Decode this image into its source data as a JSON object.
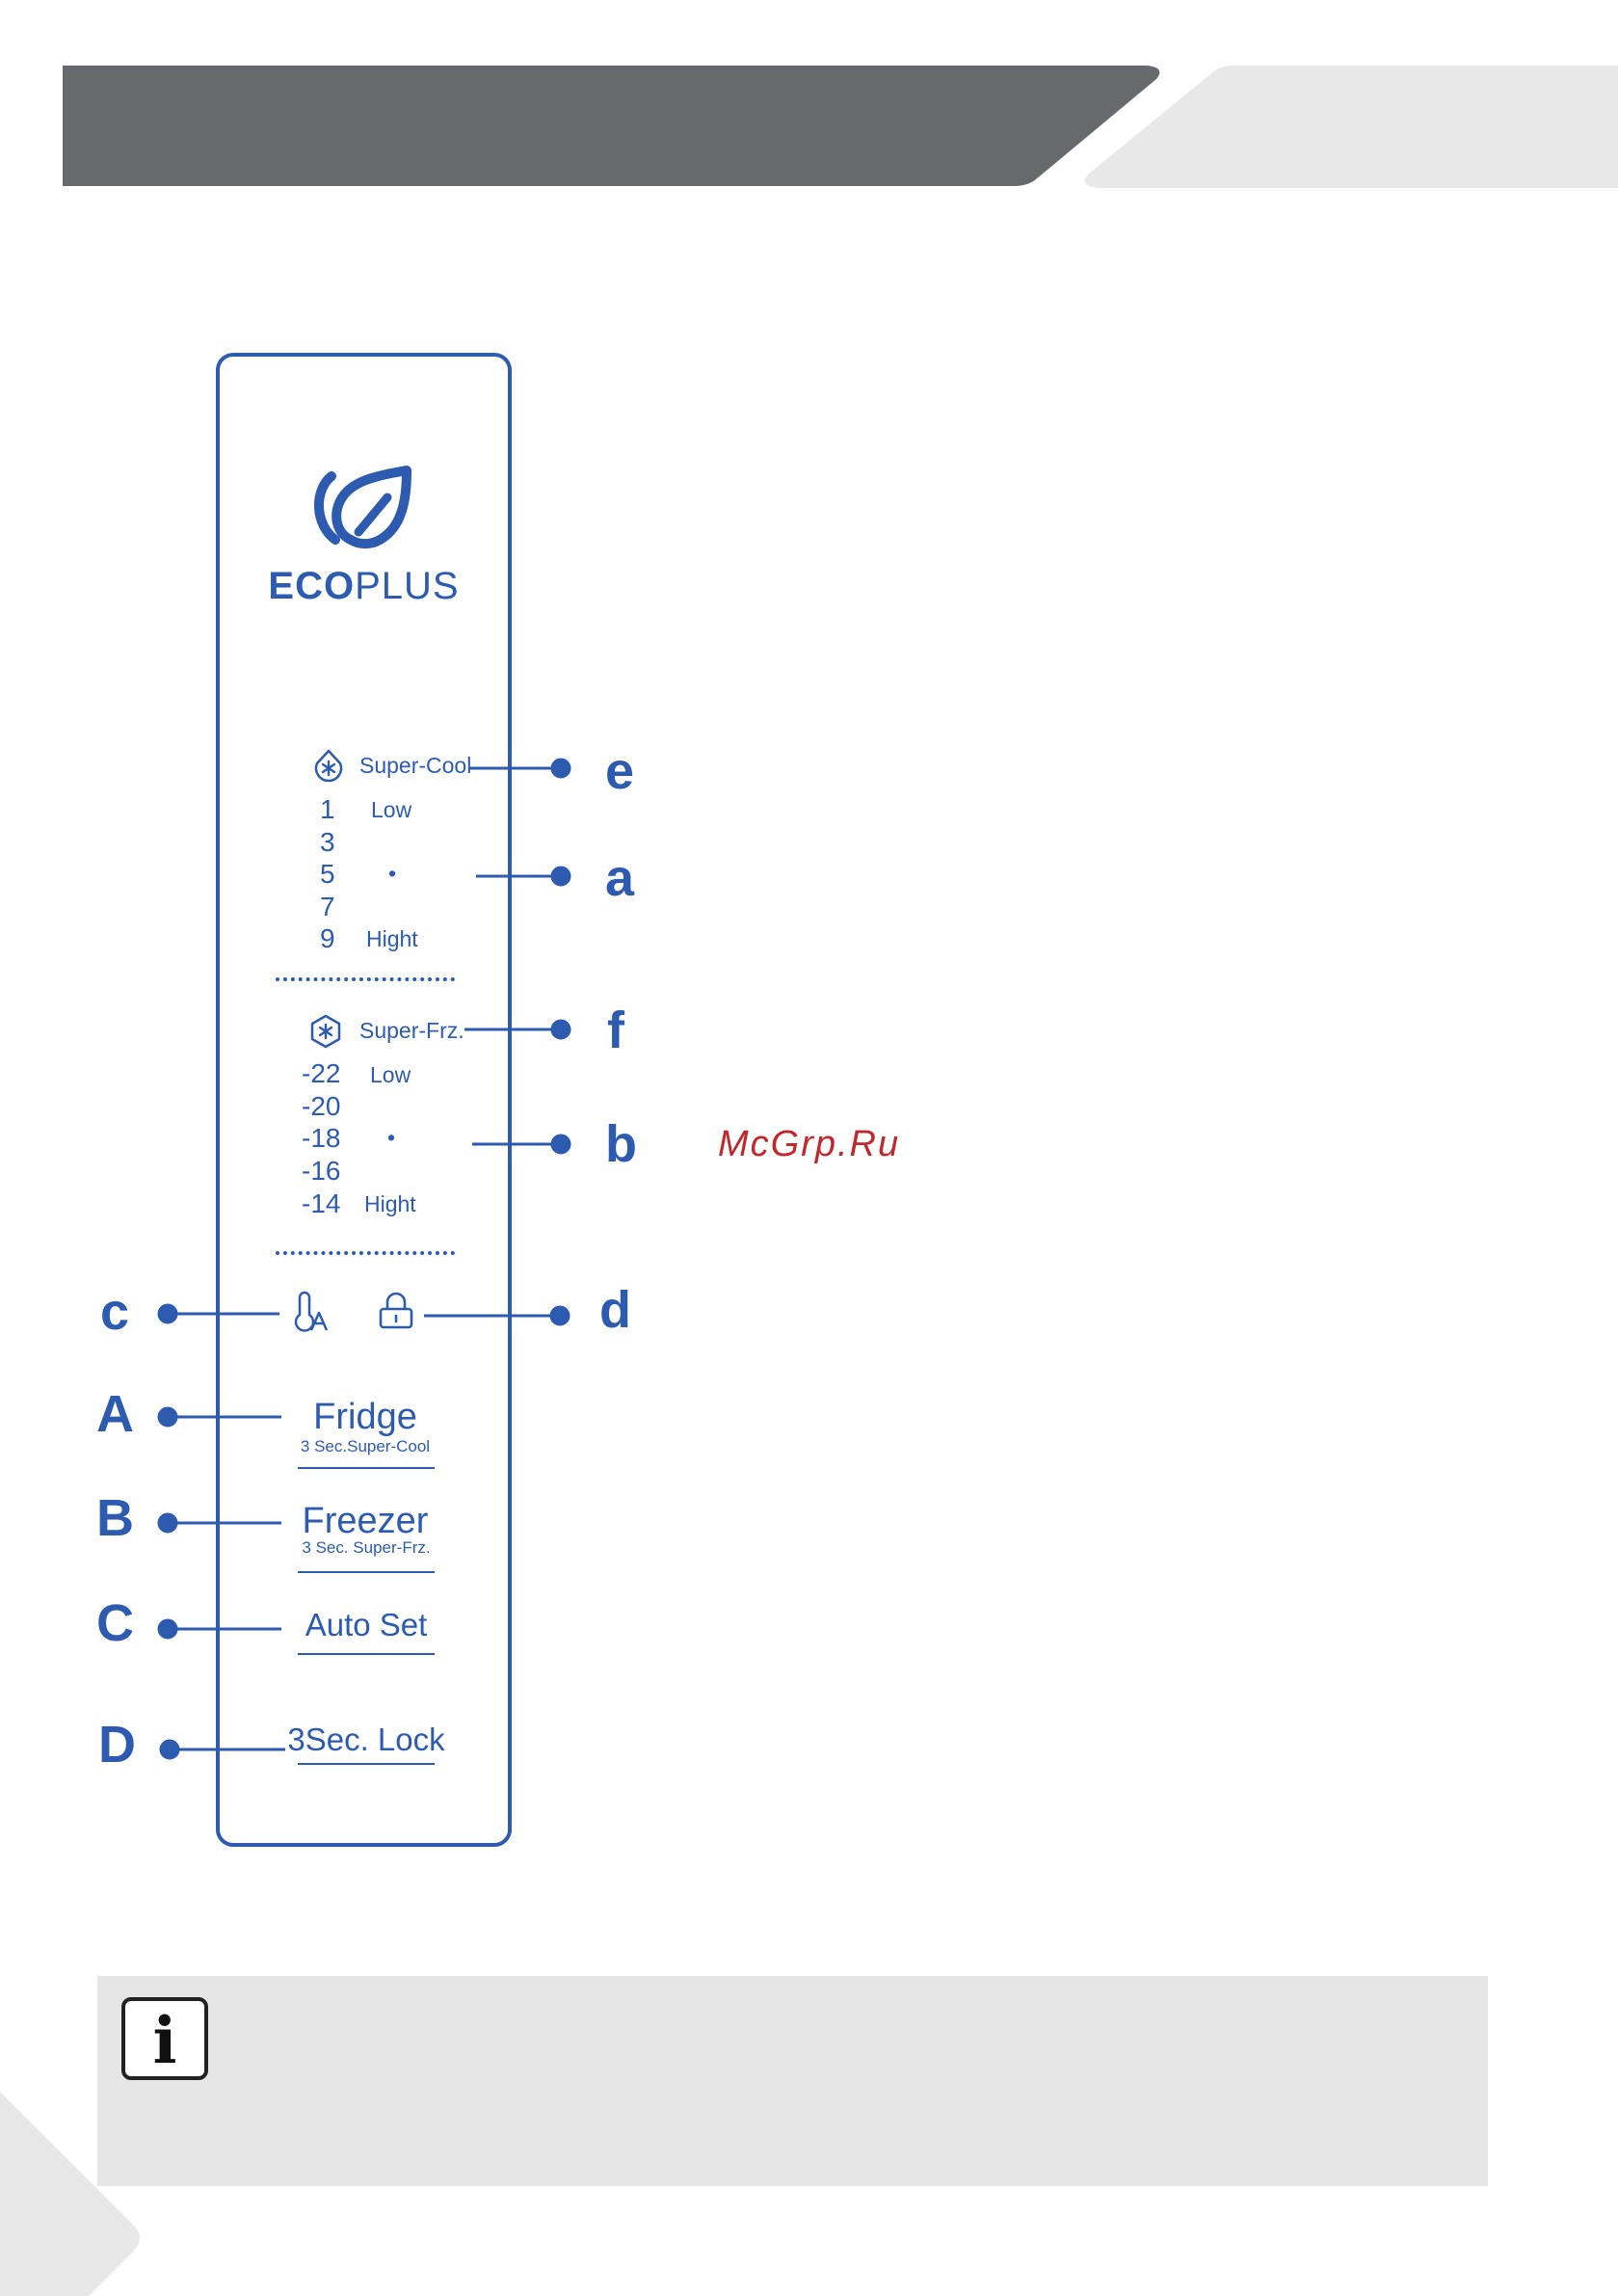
{
  "brand": {
    "bold": "ECO",
    "regular": "PLUS"
  },
  "fridge_zone": {
    "mode_label": "Super-Cool",
    "levels": [
      "1",
      "3",
      "5",
      "7",
      "9"
    ],
    "low_label": "Low",
    "high_label": "Hight",
    "dot": "•"
  },
  "freezer_zone": {
    "mode_label": "Super-Frz.",
    "levels": [
      "-22",
      "-20",
      "-18",
      "-16",
      "-14"
    ],
    "low_label": "Low",
    "high_label": "Hight",
    "dot": "•"
  },
  "buttons": [
    {
      "main": "Fridge",
      "sub": "3 Sec.Super-Cool"
    },
    {
      "main": "Freezer",
      "sub": "3 Sec. Super-Frz."
    },
    {
      "main": "Auto Set",
      "sub": ""
    },
    {
      "main": "3Sec. Lock",
      "sub": ""
    }
  ],
  "callouts_right": {
    "e": "e",
    "a": "a",
    "f": "f",
    "b": "b",
    "d": "d"
  },
  "callouts_left": {
    "c": "c",
    "A": "A",
    "B": "B",
    "C": "C",
    "D": "D"
  },
  "watermark": "McGrp.Ru",
  "icons": [
    "eco-leaf-icon",
    "super-cool-drop-icon",
    "super-freeze-hex-icon",
    "auto-set-thermometer-icon",
    "lock-icon",
    "info-icon"
  ],
  "colors": {
    "panel_blue": "#2d5bb0",
    "header_gray": "#67696d",
    "tab_gray": "#e8e8e8",
    "watermark_red": "#c0282c",
    "note_bg": "#e6e6e6"
  }
}
